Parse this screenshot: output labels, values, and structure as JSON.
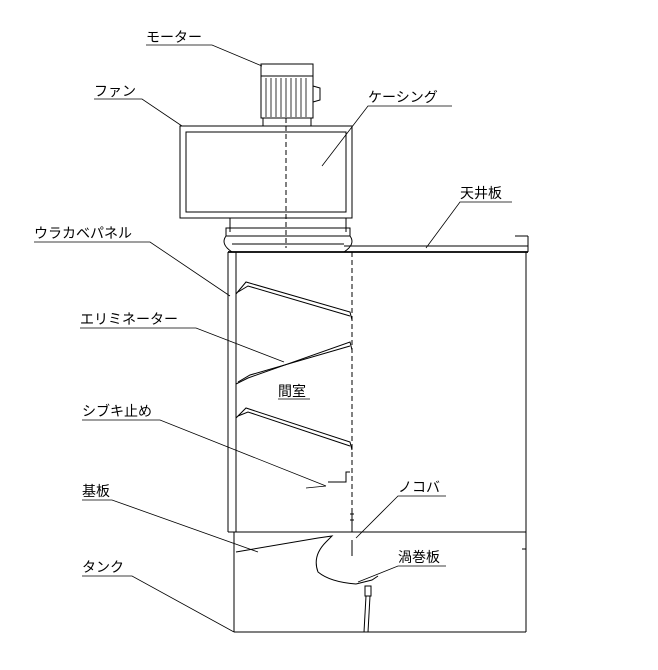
{
  "labels": {
    "motor": "モーター",
    "fan": "ファン",
    "casing": "ケーシング",
    "ceiling": "天井板",
    "back_panel": "ウラカベパネル",
    "eliminator": "エリミネーター",
    "chamber": "間室",
    "splash_stop": "シブキ止め",
    "sawtooth": "ノコバ",
    "base_plate": "基板",
    "vortex_plate": "渦巻板",
    "tank": "タンク"
  }
}
